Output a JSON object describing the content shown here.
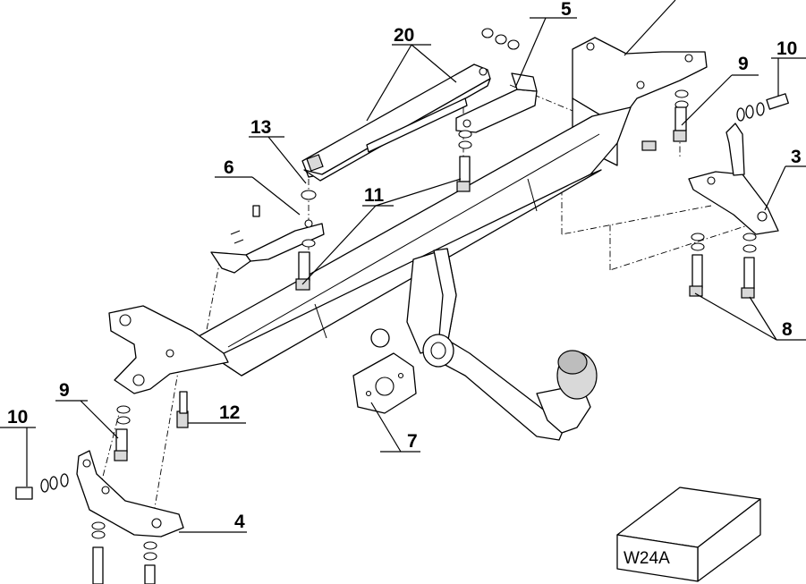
{
  "callouts": [
    {
      "id": "20",
      "label": "20"
    },
    {
      "id": "5",
      "label": "5"
    },
    {
      "id": "10-right",
      "label": "10"
    },
    {
      "id": "9-right",
      "label": "9"
    },
    {
      "id": "13",
      "label": "13"
    },
    {
      "id": "6",
      "label": "6"
    },
    {
      "id": "11",
      "label": "11"
    },
    {
      "id": "3",
      "label": "3"
    },
    {
      "id": "8",
      "label": "8"
    },
    {
      "id": "9-left",
      "label": "9"
    },
    {
      "id": "12",
      "label": "12"
    },
    {
      "id": "10-left",
      "label": "10"
    },
    {
      "id": "7",
      "label": "7"
    },
    {
      "id": "4",
      "label": "4"
    }
  ],
  "model_box": {
    "code": "W24A"
  }
}
